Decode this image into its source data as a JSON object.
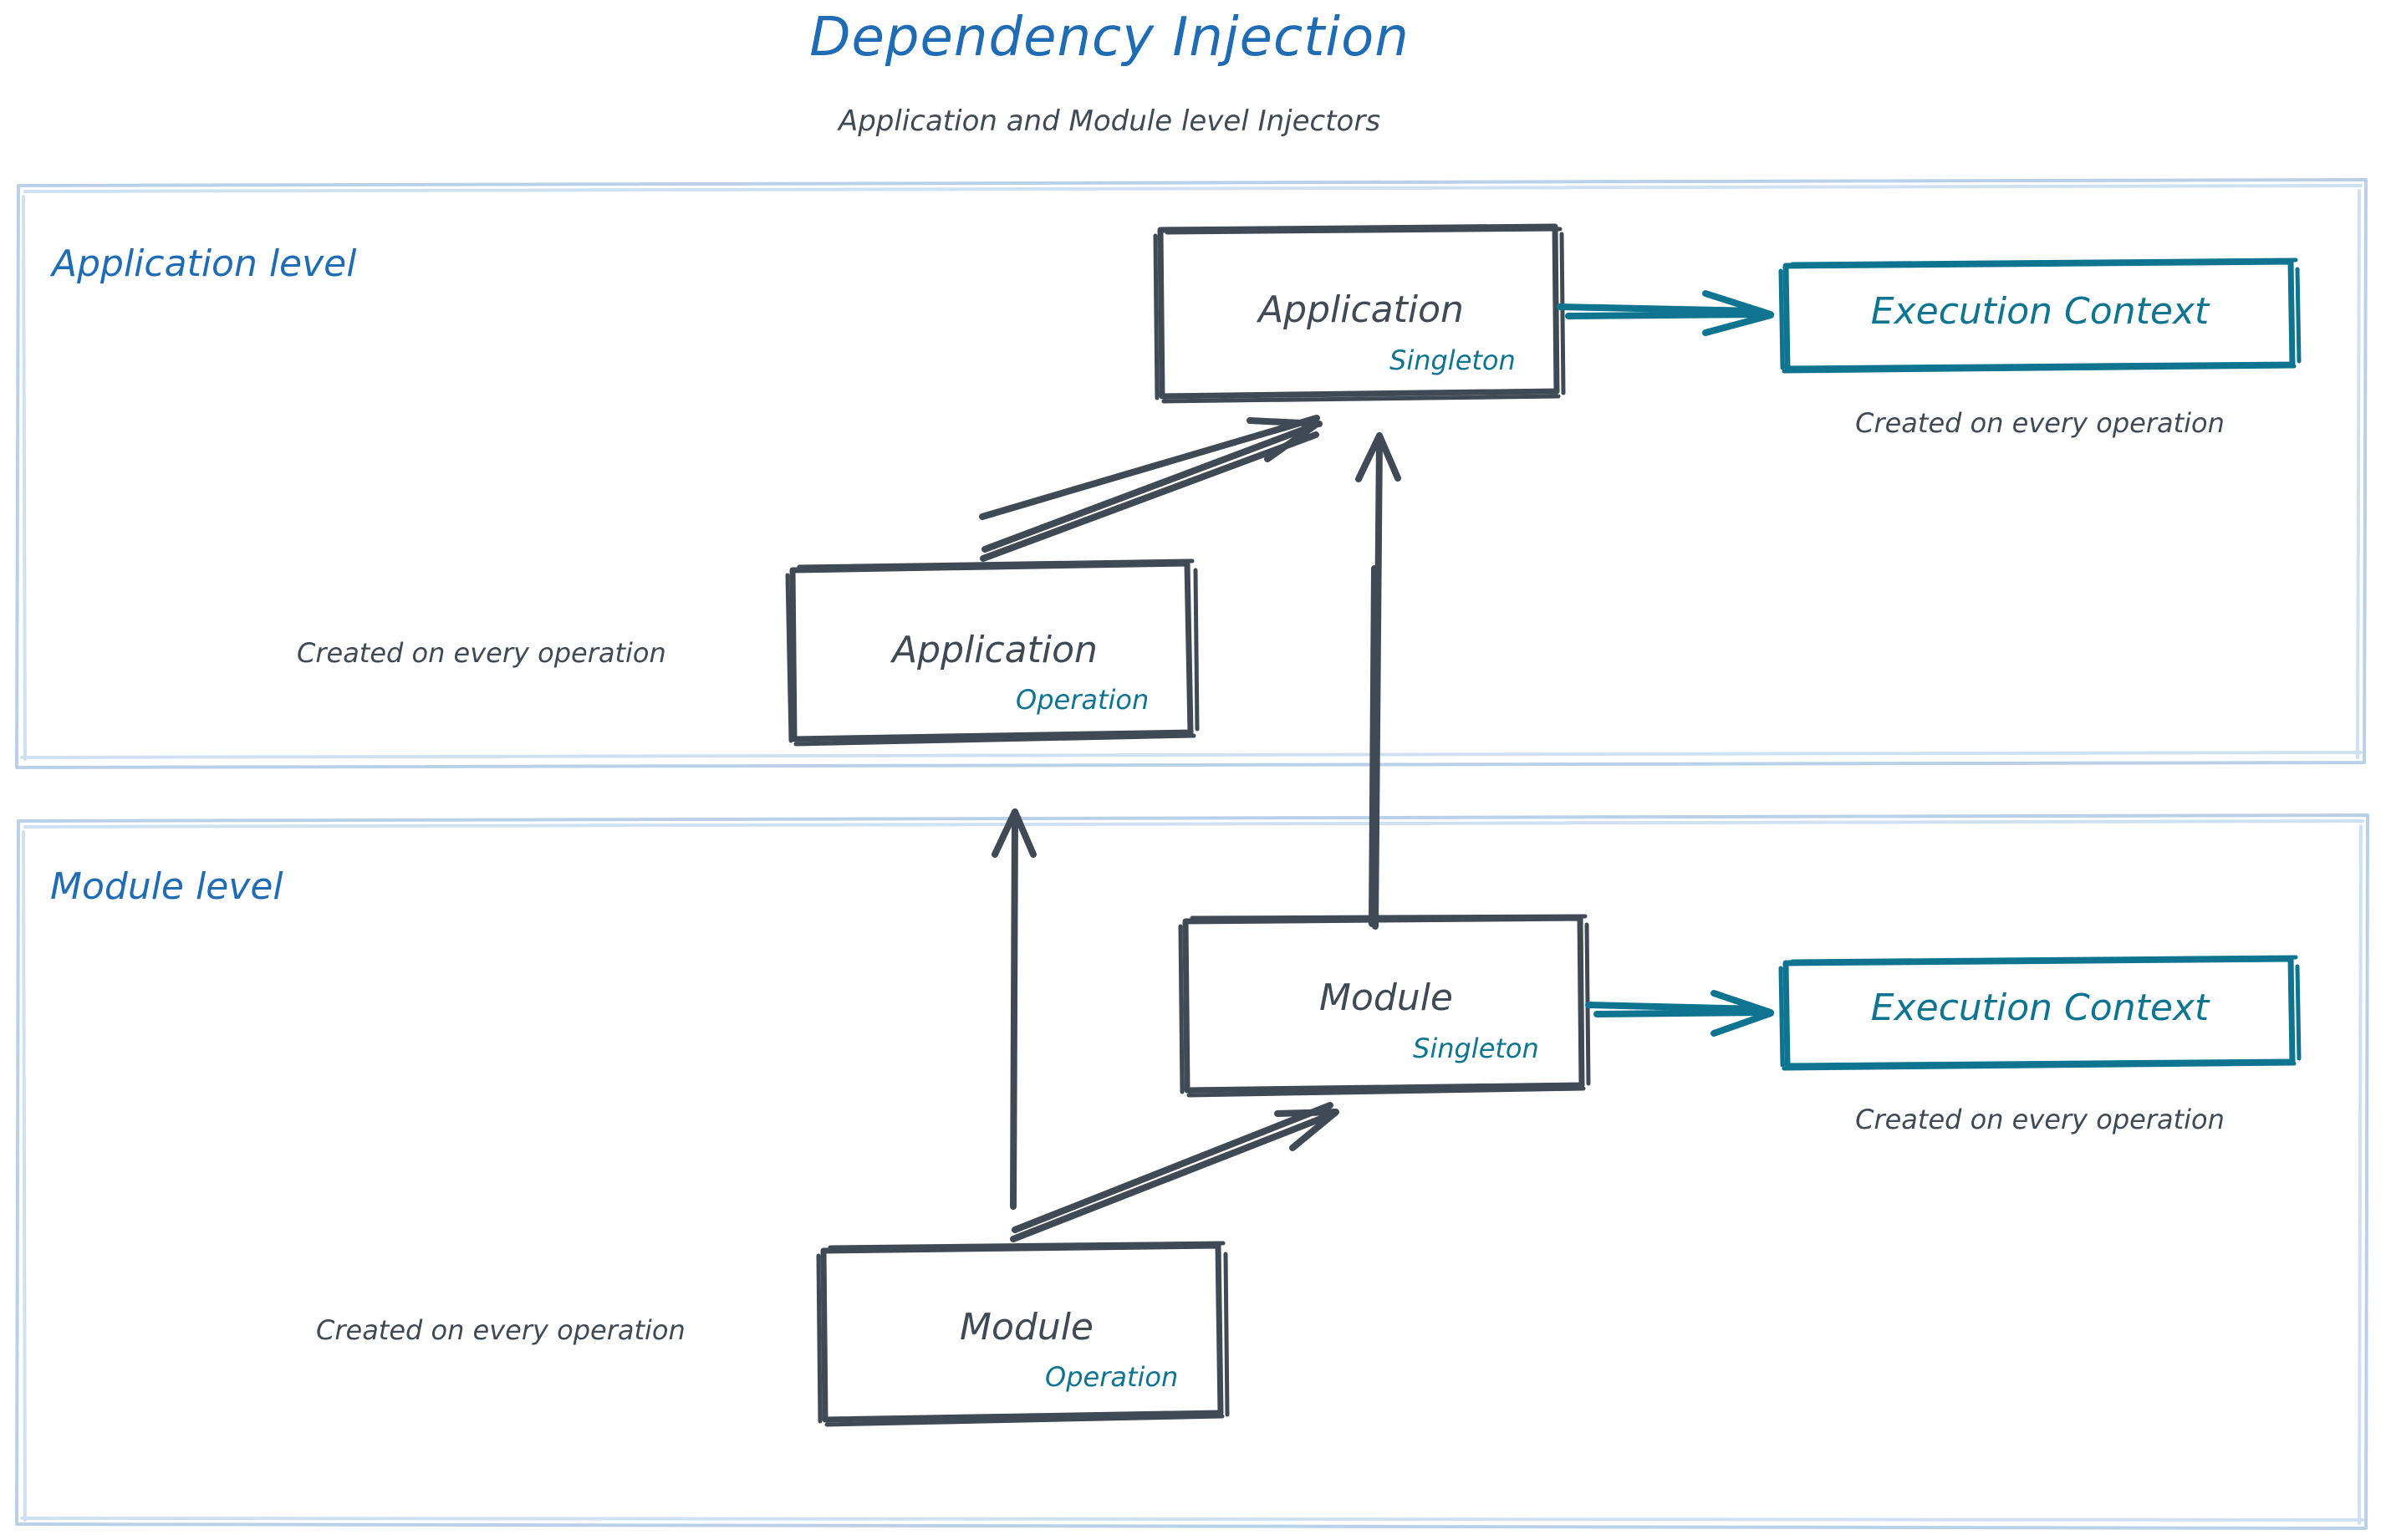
{
  "header": {
    "title": "Dependency Injection",
    "subtitle": "Application and Module level Injectors",
    "title_color": "#1f6cb4",
    "subtitle_color": "#3f4a54"
  },
  "colors": {
    "panel_border": "#b9d0e8",
    "node_stroke": "#3f4a54",
    "accent_teal": "#0e7490",
    "accent_blue": "#1f6cb4",
    "background": "#ffffff"
  },
  "panels": [
    {
      "id": "application-level",
      "label": "Application level"
    },
    {
      "id": "module-level",
      "label": "Module level"
    }
  ],
  "nodes": [
    {
      "id": "application-singleton",
      "title": "Application",
      "scope": "Singleton",
      "style": "gray-box",
      "panel": "application-level"
    },
    {
      "id": "application-operation",
      "title": "Application",
      "scope": "Operation",
      "style": "gray-box",
      "panel": "application-level"
    },
    {
      "id": "execution-context-application",
      "title": "Execution Context",
      "scope": "",
      "style": "teal-box",
      "panel": "application-level"
    },
    {
      "id": "module-singleton",
      "title": "Module",
      "scope": "Singleton",
      "style": "gray-box",
      "panel": "module-level"
    },
    {
      "id": "module-operation",
      "title": "Module",
      "scope": "Operation",
      "style": "gray-box",
      "panel": "module-level"
    },
    {
      "id": "execution-context-module",
      "title": "Execution Context",
      "scope": "",
      "style": "teal-box",
      "panel": "module-level"
    }
  ],
  "captions": {
    "application_operation": "Created on every operation",
    "application_execution_context": "Created on every operation",
    "module_operation": "Created on every operation",
    "module_execution_context": "Created on every operation"
  },
  "edges": [
    {
      "id": "app-op-to-app-singleton",
      "from": "application-operation",
      "to": "application-singleton",
      "style": "double-line-arrow",
      "color": "#3f4a54"
    },
    {
      "id": "app-singleton-to-exec-ctx",
      "from": "application-singleton",
      "to": "execution-context-application",
      "style": "double-line-arrow",
      "color": "#0e7490"
    },
    {
      "id": "module-singleton-to-app-singleton",
      "from": "module-singleton",
      "to": "application-singleton",
      "style": "double-line-arrow",
      "color": "#3f4a54"
    },
    {
      "id": "module-op-to-app-operation",
      "from": "module-operation",
      "to": "application-operation",
      "style": "single-line-arrow",
      "color": "#3f4a54"
    },
    {
      "id": "module-op-to-module-singleton",
      "from": "module-operation",
      "to": "module-singleton",
      "style": "double-line-arrow",
      "color": "#3f4a54"
    },
    {
      "id": "module-singleton-to-exec-ctx",
      "from": "module-singleton",
      "to": "execution-context-module",
      "style": "double-line-arrow",
      "color": "#0e7490"
    }
  ]
}
